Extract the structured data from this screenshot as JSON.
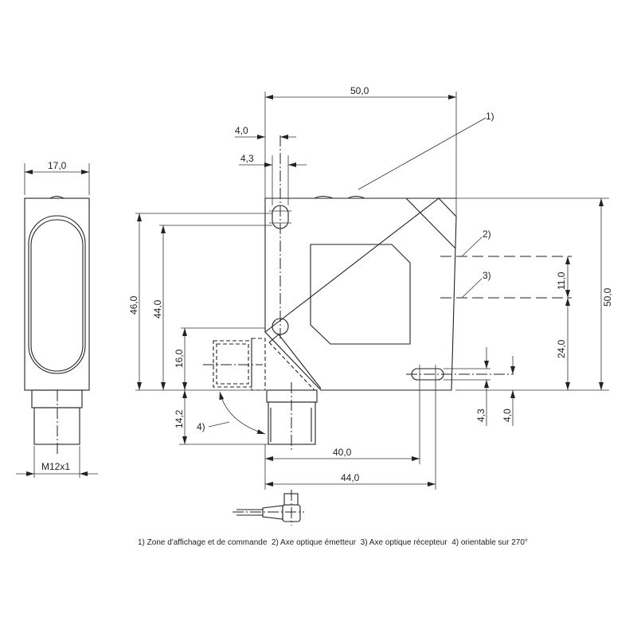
{
  "dimensions": {
    "side_width": "17,0",
    "thread": "M12x1",
    "total_width": "50,0",
    "slot_offset": "4,0",
    "slot_width": "4,3",
    "height_46": "46,0",
    "height_44": "44,0",
    "conn_16": "16,0",
    "conn_14": "14,2",
    "hole_40": "40,0",
    "base_44": "44,0",
    "total_height": "50,0",
    "axis_gap": "11,0",
    "axis_height": "24,0",
    "slot_h_width": "4,3",
    "slot_h_offset": "4,0"
  },
  "callouts": [
    "1)",
    "2)",
    "3)",
    "4)"
  ],
  "caption": "1) Zone d'affichage et de commande  2) Axe optique émetteur  3) Axe optique récepteur  4) orientable sur 270°"
}
